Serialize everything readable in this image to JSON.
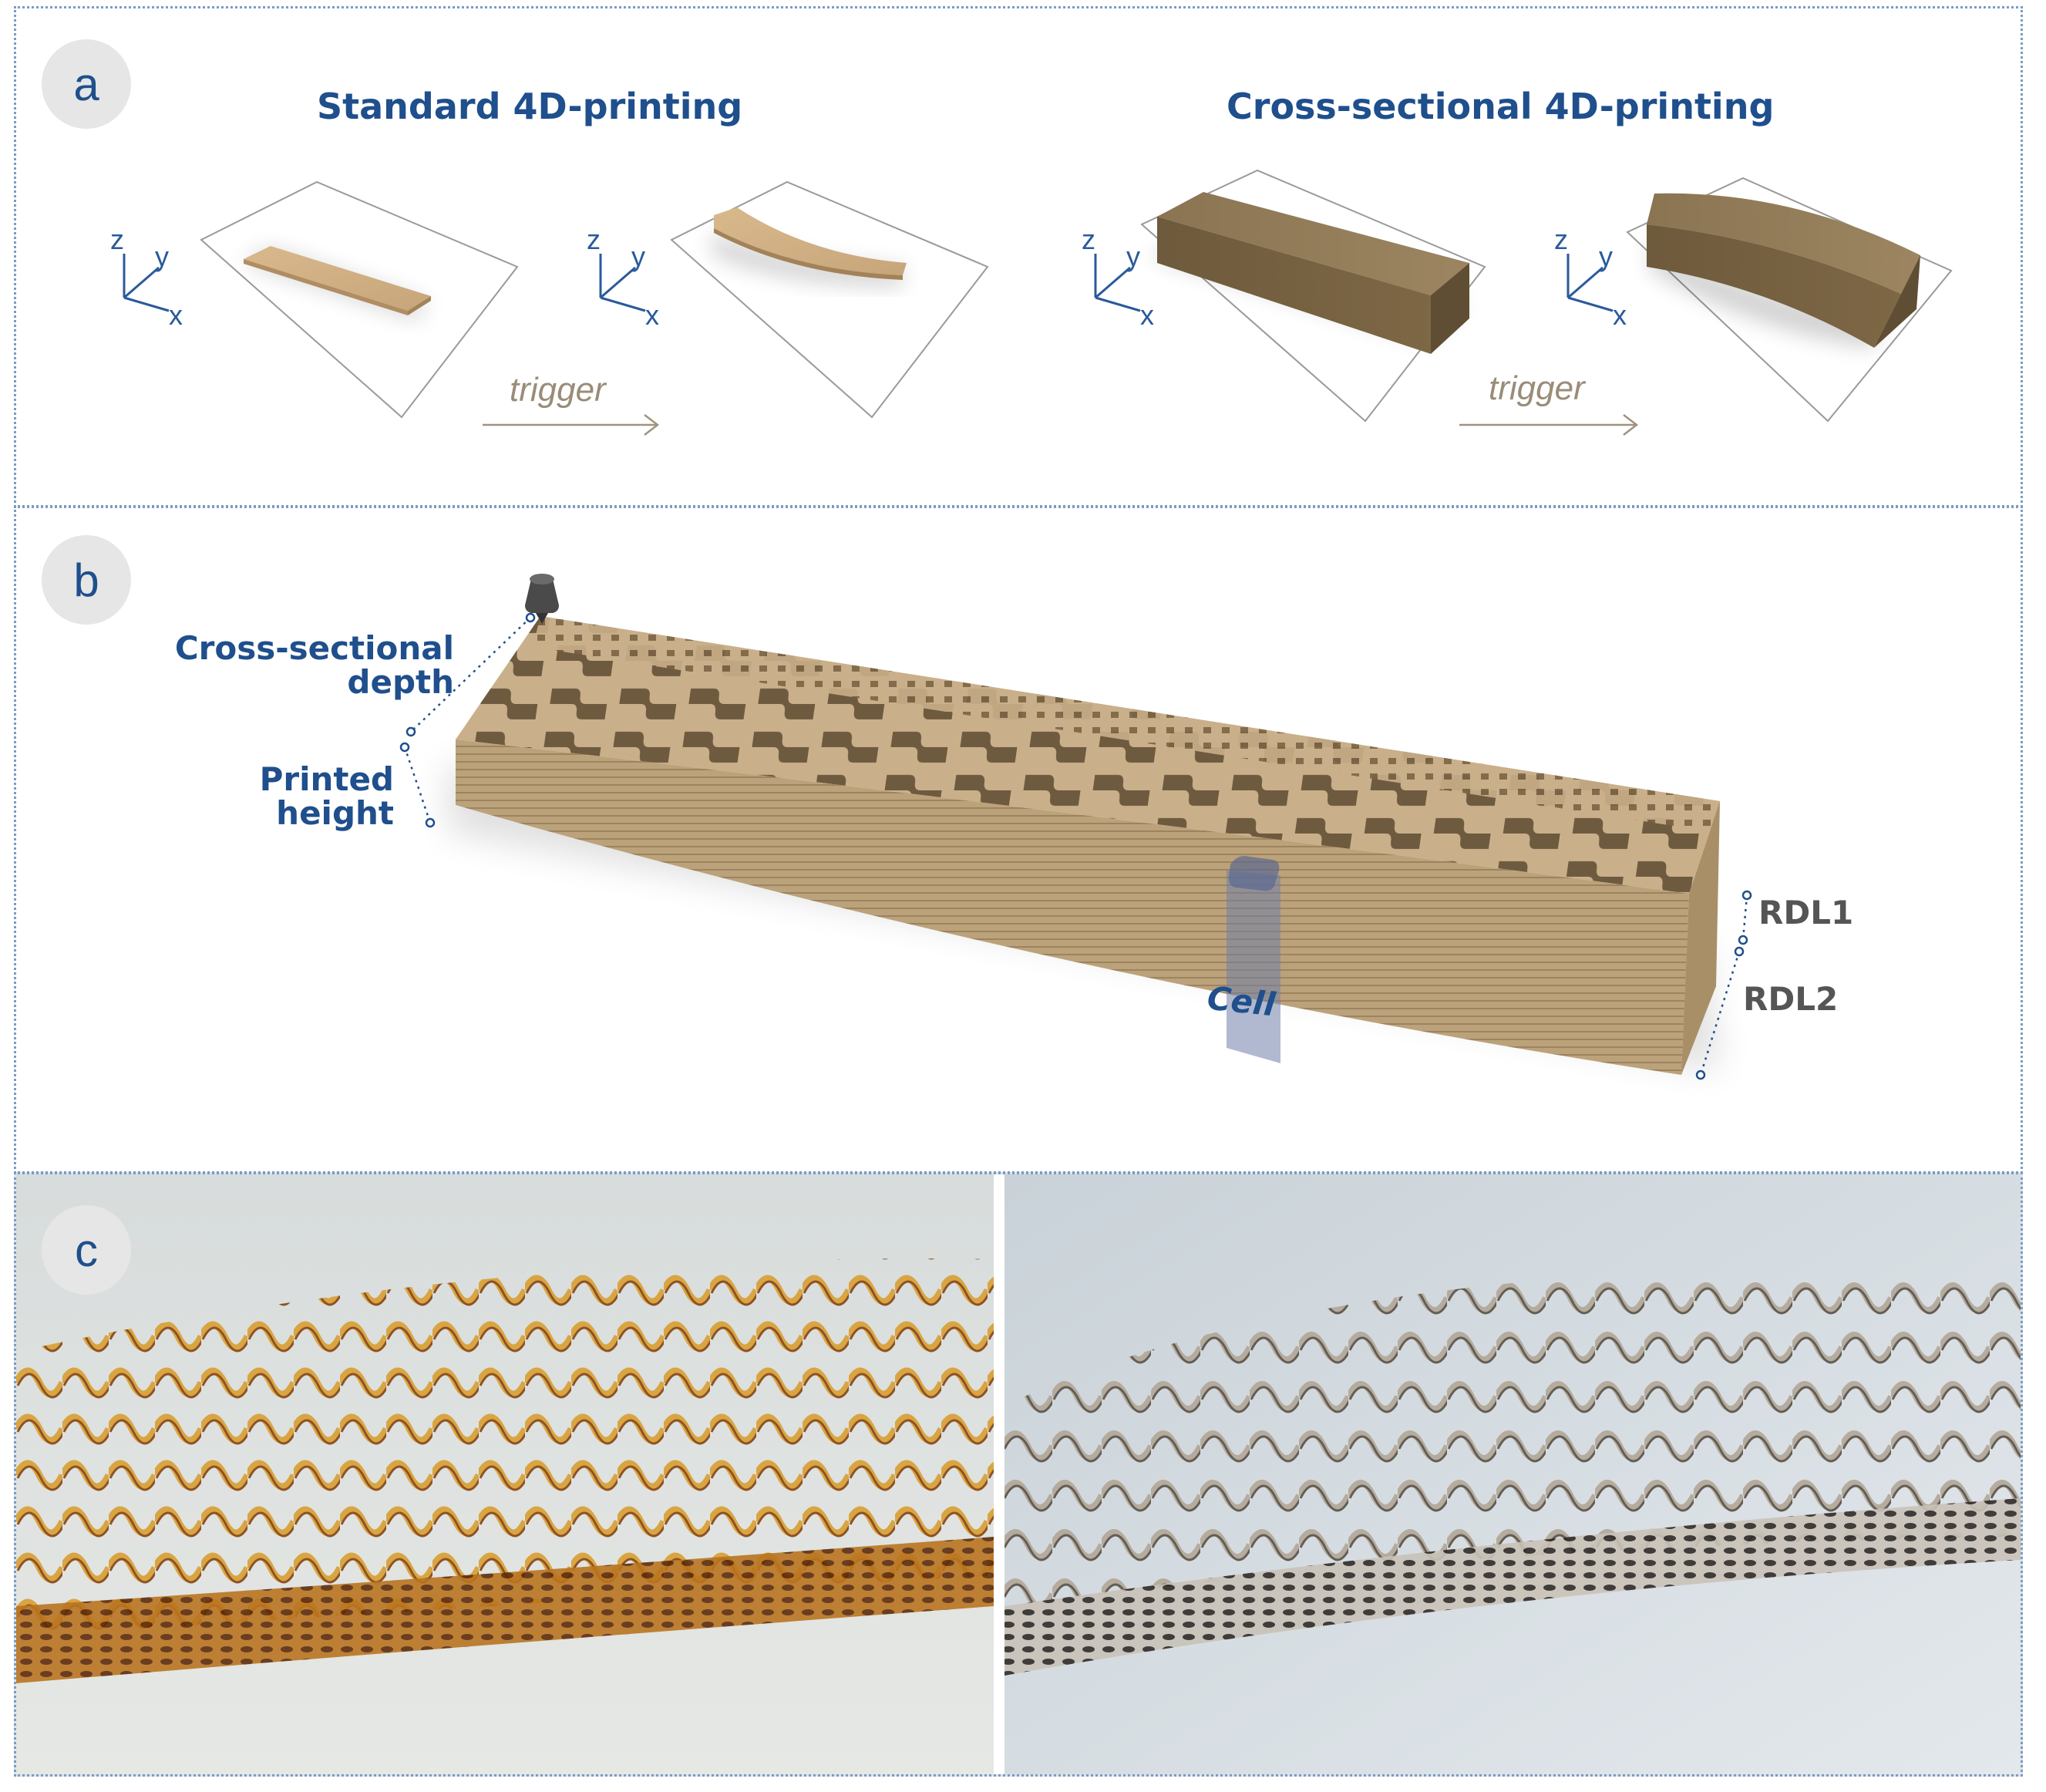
{
  "panel_a": {
    "badge": "a",
    "title_left": "Standard 4D-printing",
    "title_right": "Cross-sectional 4D-printing",
    "trigger_label": "trigger",
    "axis_labels": {
      "z": "z",
      "y": "y",
      "x": "x"
    }
  },
  "panel_b": {
    "badge": "b",
    "cross_sectional_depth": "Cross-sectional depth",
    "printed_height": "Printed height",
    "cell_label": "Cell",
    "rdl1": "RDL1",
    "rdl2": "RDL2"
  },
  "panel_c": {
    "badge": "c"
  },
  "colors": {
    "accent_blue": "#1f4f8c",
    "material_tan": "#c9a87a",
    "material_dark": "#8c7350",
    "photo_gold": "#d7a03a",
    "photo_grey": "#a89f93"
  }
}
